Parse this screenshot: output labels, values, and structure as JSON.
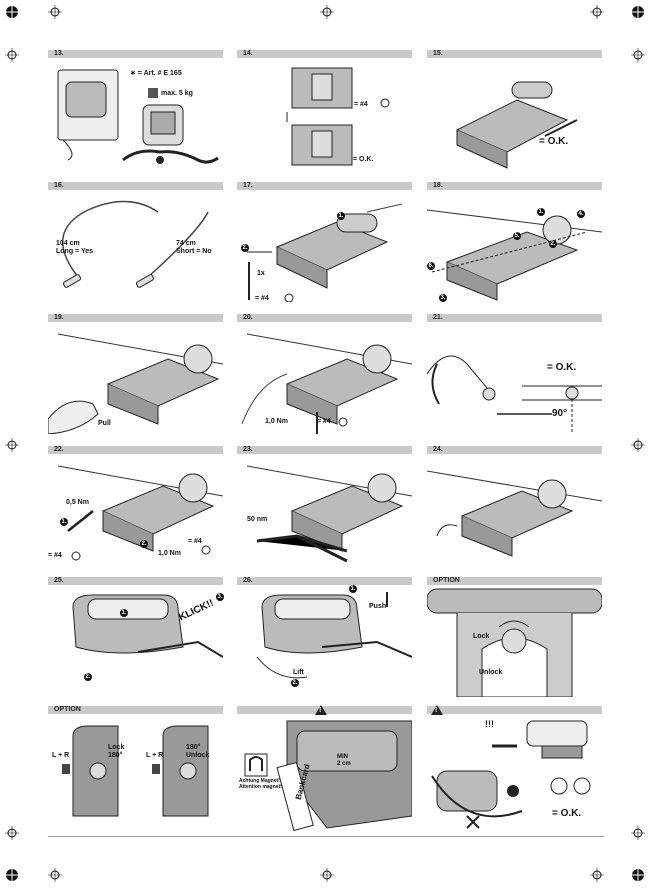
{
  "steps": [
    {
      "num": "13.",
      "labels": {
        "art": "∗ = Art. # E 165",
        "weight": "max. 5 kg"
      }
    },
    {
      "num": "14.",
      "labels": {
        "hex": "= #4",
        "ok": "= O.K."
      }
    },
    {
      "num": "15.",
      "labels": {
        "ok": "= O.K."
      }
    },
    {
      "num": "16.",
      "labels": {
        "long": "104 cm\nLong = Yes",
        "short": "74 cm\nShort = No"
      }
    },
    {
      "num": "17.",
      "labels": {
        "s1": "1.",
        "s2": "2.",
        "turn": "1x",
        "hex": "= #4"
      }
    },
    {
      "num": "18.",
      "labels": {
        "s1": "1.",
        "s2": "2.",
        "s3": "3.",
        "s4": "4.",
        "s5": "5.",
        "s6": "6."
      }
    },
    {
      "num": "19.",
      "labels": {
        "pull": "Pull"
      }
    },
    {
      "num": "20.",
      "labels": {
        "torque": "1,0 Nm",
        "hex": "= #4"
      }
    },
    {
      "num": "21.",
      "labels": {
        "ok": "= O.K.",
        "angle": "90°"
      }
    },
    {
      "num": "22.",
      "labels": {
        "torque1": "0,5 Nm",
        "s1": "1.",
        "hex1": "= #4",
        "s2": "2.",
        "torque2": "1,0 Nm",
        "hex2": "= #4"
      }
    },
    {
      "num": "23.",
      "labels": {
        "force": "50 nm"
      }
    },
    {
      "num": "24.",
      "labels": {}
    },
    {
      "num": "25.",
      "labels": {
        "s1": "1.",
        "s2": "2.",
        "s3": "3.",
        "klick": "KLICK!!"
      }
    },
    {
      "num": "26.",
      "labels": {
        "s1": "1.",
        "push": "Push",
        "s2": "2.",
        "lift": "Lift"
      }
    },
    {
      "num": "OPTION",
      "labels": {
        "lock": "Lock",
        "unlock": "Unlock"
      }
    },
    {
      "num": "OPTION",
      "labels": {
        "lr1": "L + R",
        "lock": "Lock\n180°",
        "lr2": "L + R",
        "unlock": "180°\nUnlock"
      }
    },
    {
      "num": "",
      "labels": {
        "magnet": "Achtung Magnet!\nAttention magnet!",
        "min": "MIN\n2 cm",
        "card": "Bankcard"
      }
    },
    {
      "num": "",
      "labels": {
        "excl": "!!!",
        "ok": "= O.K."
      }
    }
  ],
  "colors": {
    "header_bar": "#c9c9c9",
    "line": "#222222",
    "fill": "#b8b8b8"
  }
}
